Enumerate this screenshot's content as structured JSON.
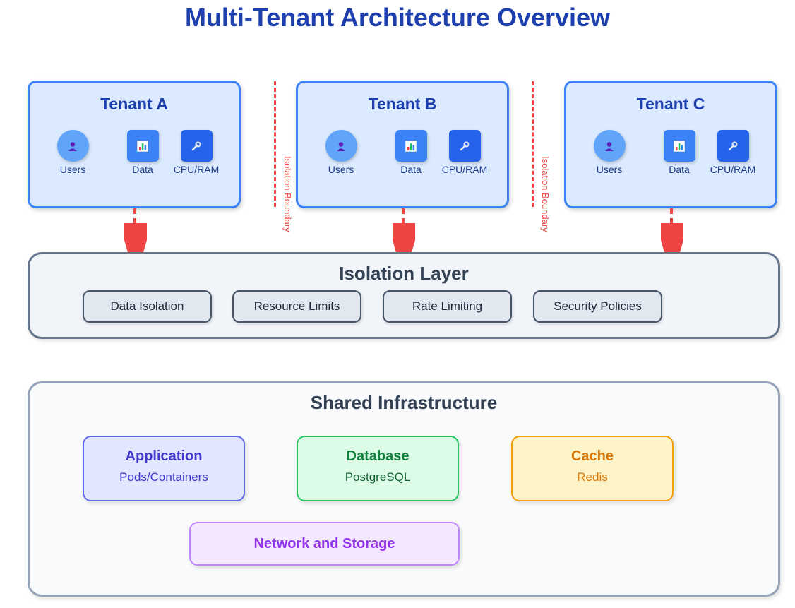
{
  "title": "Multi-Tenant Architecture Overview",
  "tenants": [
    {
      "name": "Tenant A",
      "items": [
        "Users",
        "Data",
        "CPU/RAM"
      ]
    },
    {
      "name": "Tenant B",
      "items": [
        "Users",
        "Data",
        "CPU/RAM"
      ]
    },
    {
      "name": "Tenant C",
      "items": [
        "Users",
        "Data",
        "CPU/RAM"
      ]
    }
  ],
  "boundary_label": "Isolation Boundary",
  "isolation_layer": {
    "title": "Isolation Layer",
    "items": [
      "Data Isolation",
      "Resource Limits",
      "Rate Limiting",
      "Security Policies"
    ]
  },
  "shared_infrastructure": {
    "title": "Shared Infrastructure",
    "application": {
      "name": "Application",
      "sub": "Pods/Containers"
    },
    "database": {
      "name": "Database",
      "sub": "PostgreSQL"
    },
    "cache": {
      "name": "Cache",
      "sub": "Redis"
    },
    "network": {
      "name": "Network and Storage"
    }
  },
  "colors": {
    "tenant_border": "#3b82f6",
    "tenant_fill": "#dbeafe",
    "boundary": "#ef4444",
    "application": "#4f46e5",
    "database": "#16a34a",
    "cache": "#f59e0b",
    "network": "#9333ea"
  },
  "icons": {
    "users": "user-icon",
    "data": "bar-chart-icon",
    "cpu": "wrench-icon"
  }
}
